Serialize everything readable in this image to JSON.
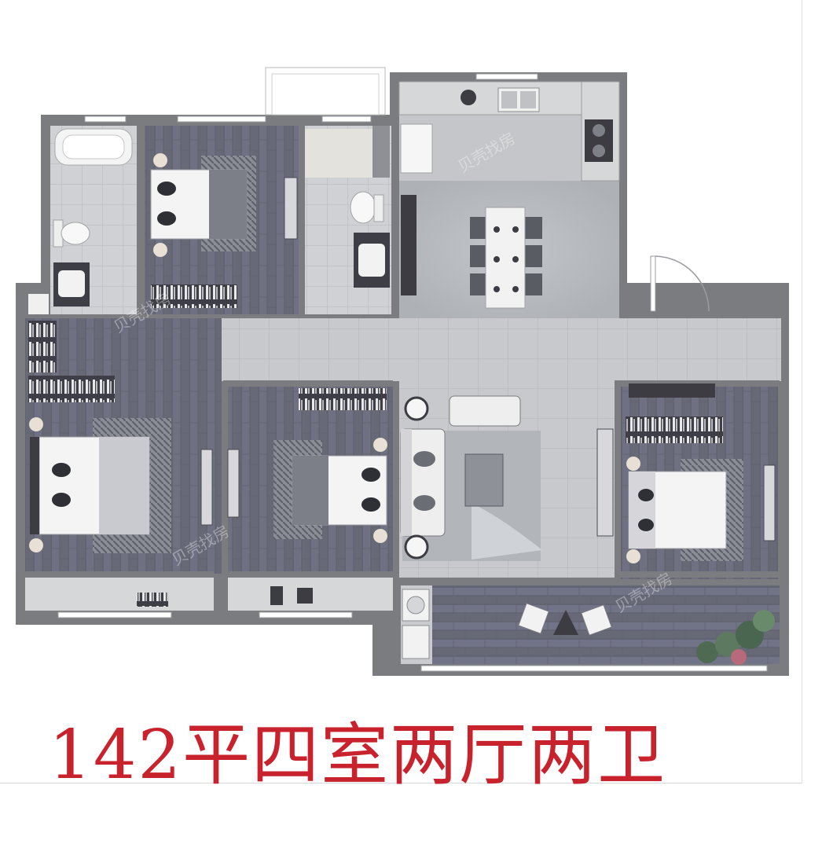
{
  "caption": "142平四室两厅两卫",
  "watermark": "贝壳找房",
  "colors": {
    "caption": "#c8232c",
    "wall": "#7a7c80",
    "wood_floor": "#686a78",
    "wood_floor_light": "#74768a",
    "tile_floor": "#c9cbce",
    "tile_line": "#b4b6ba",
    "furniture": "#f2f2f2",
    "furniture_dark": "#3c3c42",
    "window": "#ffffff",
    "watermark": "#ffffff"
  },
  "icons": {
    "plan": "floor-plan-illustration",
    "bathtub": "bathtub-icon",
    "toilet": "toilet-icon",
    "bed": "bed-icon",
    "sofa": "sofa-icon",
    "dining_table": "dining-table-icon",
    "stove": "stove-icon",
    "sink": "sink-icon",
    "plants": "plant-icon"
  }
}
